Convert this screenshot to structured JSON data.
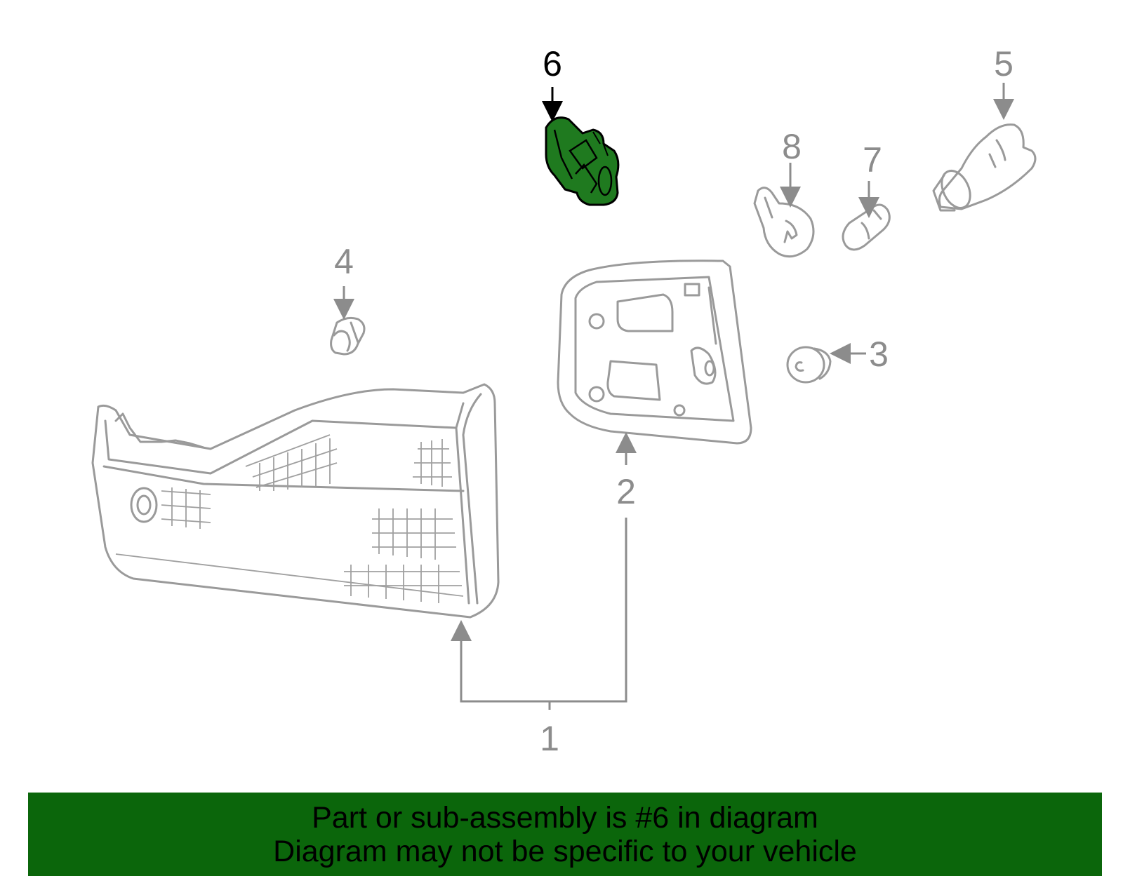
{
  "colors": {
    "highlight_part": "#1f7a1f",
    "banner_background": "#0b660b",
    "line_gray": "#9a9a9a",
    "text_black": "#000000"
  },
  "callouts": {
    "c1": "1",
    "c2": "2",
    "c3": "3",
    "c4": "4",
    "c5": "5",
    "c6": "6",
    "c7": "7",
    "c8": "8"
  },
  "highlighted_part": "6",
  "banner": {
    "line1": "Part or sub-assembly is #6 in diagram",
    "line2": "Diagram may not be specific to your vehicle"
  }
}
